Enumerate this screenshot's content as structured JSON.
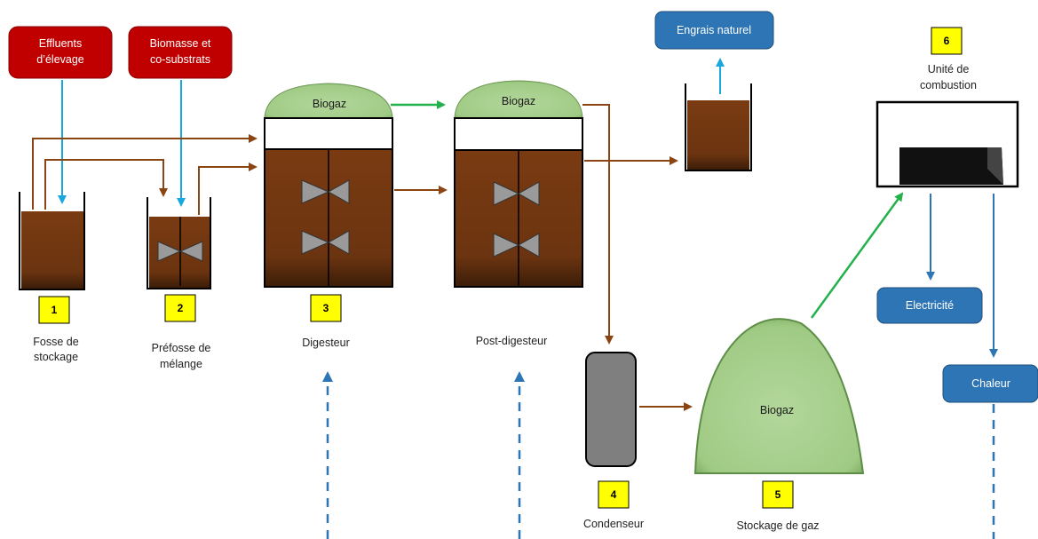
{
  "inputs": {
    "effluents": [
      "Effluents",
      "d’élevage"
    ],
    "biomasse": [
      "Biomasse et",
      "co-substrats"
    ]
  },
  "outputs": {
    "engrais": "Engrais naturel",
    "electricite": "Electricité",
    "chaleur": "Chaleur"
  },
  "gas": {
    "digester_dome": "Biogaz",
    "post_digester_dome": "Biogaz",
    "storage": "Biogaz"
  },
  "steps": [
    {
      "number": "1",
      "label": [
        "Fosse de",
        "stockage"
      ]
    },
    {
      "number": "2",
      "label": [
        "Préfosse de",
        "mélange"
      ]
    },
    {
      "number": "3",
      "label": [
        "Digesteur"
      ]
    },
    {
      "number": "4",
      "label": [
        "Condenseur"
      ]
    },
    {
      "number": "5",
      "label": [
        "Stockage de gaz"
      ]
    },
    {
      "number": "6",
      "label": [
        "Unité de",
        "combustion"
      ]
    }
  ],
  "colors": {
    "input_red": "#c00000",
    "output_blue": "#2e75b6",
    "digestate_brown": "#7b3f14",
    "flow_brown": "#8b4513",
    "flow_green": "#22b14c",
    "flow_cyan": "#1aa7e0",
    "gas_green": "#a9d18e",
    "badge_yellow": "#ffff00"
  }
}
